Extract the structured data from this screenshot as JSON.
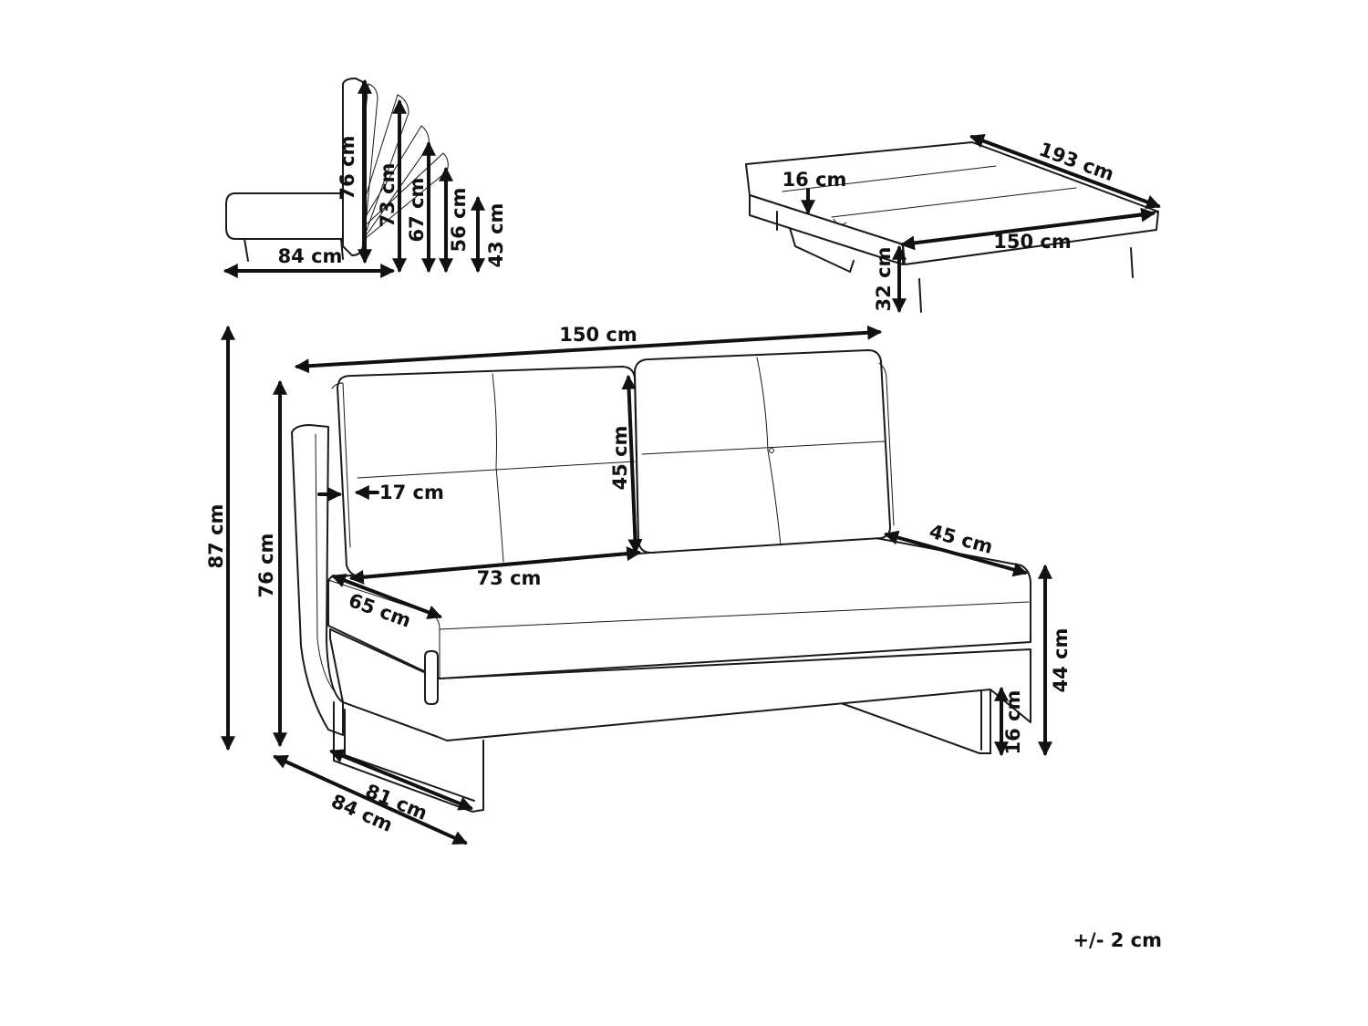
{
  "dimensions": {
    "recline_side": {
      "depth": "84 cm",
      "height_upright": "76 cm",
      "height_pos2": "73 cm",
      "height_pos3": "67 cm",
      "height_pos4": "56 cm",
      "height_flat": "43 cm"
    },
    "bed_mode": {
      "cushion_thickness": "16 cm",
      "length": "193 cm",
      "width": "150 cm",
      "height": "32 cm"
    },
    "sofa_front": {
      "width": "150 cm",
      "total_height": "87 cm",
      "height": "76 cm",
      "backrest_height": "45 cm",
      "backrest_offset": "17 cm",
      "seat_width": "73 cm",
      "seat_depth": "65 cm",
      "back_depth": "45 cm",
      "seat_height": "44 cm",
      "leg_height": "16 cm",
      "depth_inner": "81 cm",
      "depth_total": "84 cm"
    }
  },
  "tolerance": "+/- 2 cm",
  "colors": {
    "line": "#1a1a1a",
    "background": "#ffffff"
  }
}
